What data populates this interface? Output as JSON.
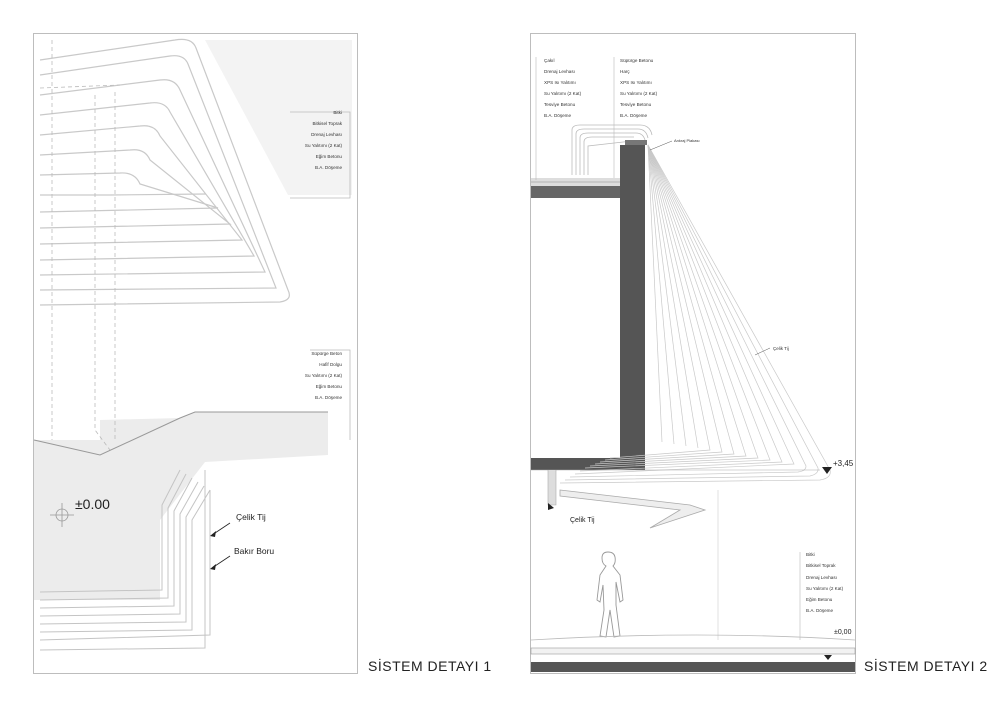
{
  "sheets": [
    {
      "title": "SİSTEM DETAYI 1",
      "layers_top": [
        "Bitki",
        "Bitkisel Toprak",
        "Drenaj Levhası",
        "Su Yalıtımı (2 Kat)",
        "Eğim Betonu",
        "B.A. Döşeme"
      ],
      "layers_mid": [
        "Süpürge Beton",
        "Hafif Dolgu",
        "Su Yalıtımı (2 Kat)",
        "Eğim Betonu",
        "B.A. Döşeme"
      ],
      "level": "±0.00",
      "callouts": [
        "Çelik Tij",
        "Bakır Boru"
      ]
    },
    {
      "title": "SİSTEM DETAYI 2",
      "layers_left": [
        "Çakıl",
        "Drenaj Levhası",
        "XPS Isı Yalıtımı",
        "Su Yalıtımı (2 Kat)",
        "Tesviye Betonu",
        "B.A. Döşeme"
      ],
      "layers_right": [
        "Süpürge Betonu",
        "Harç",
        "XPS Isı Yalıtımı",
        "Su Yalıtımı (2 Kat)",
        "Tesviye Betonu",
        "B.A. Döşeme"
      ],
      "anchor_label": "Ankraj Plakası",
      "rod_label": "Çelik Tij",
      "rod_label_bottom": "Çelik Tij",
      "level_top": "+3,45",
      "layers_bottom": [
        "Bitki",
        "Bitkisel Toprak",
        "Drenaj Levhası",
        "Su Yalıtımı (2 Kat)",
        "Eğim Betonu",
        "B.A. Döşeme"
      ],
      "level_bottom": "±0,00"
    }
  ]
}
